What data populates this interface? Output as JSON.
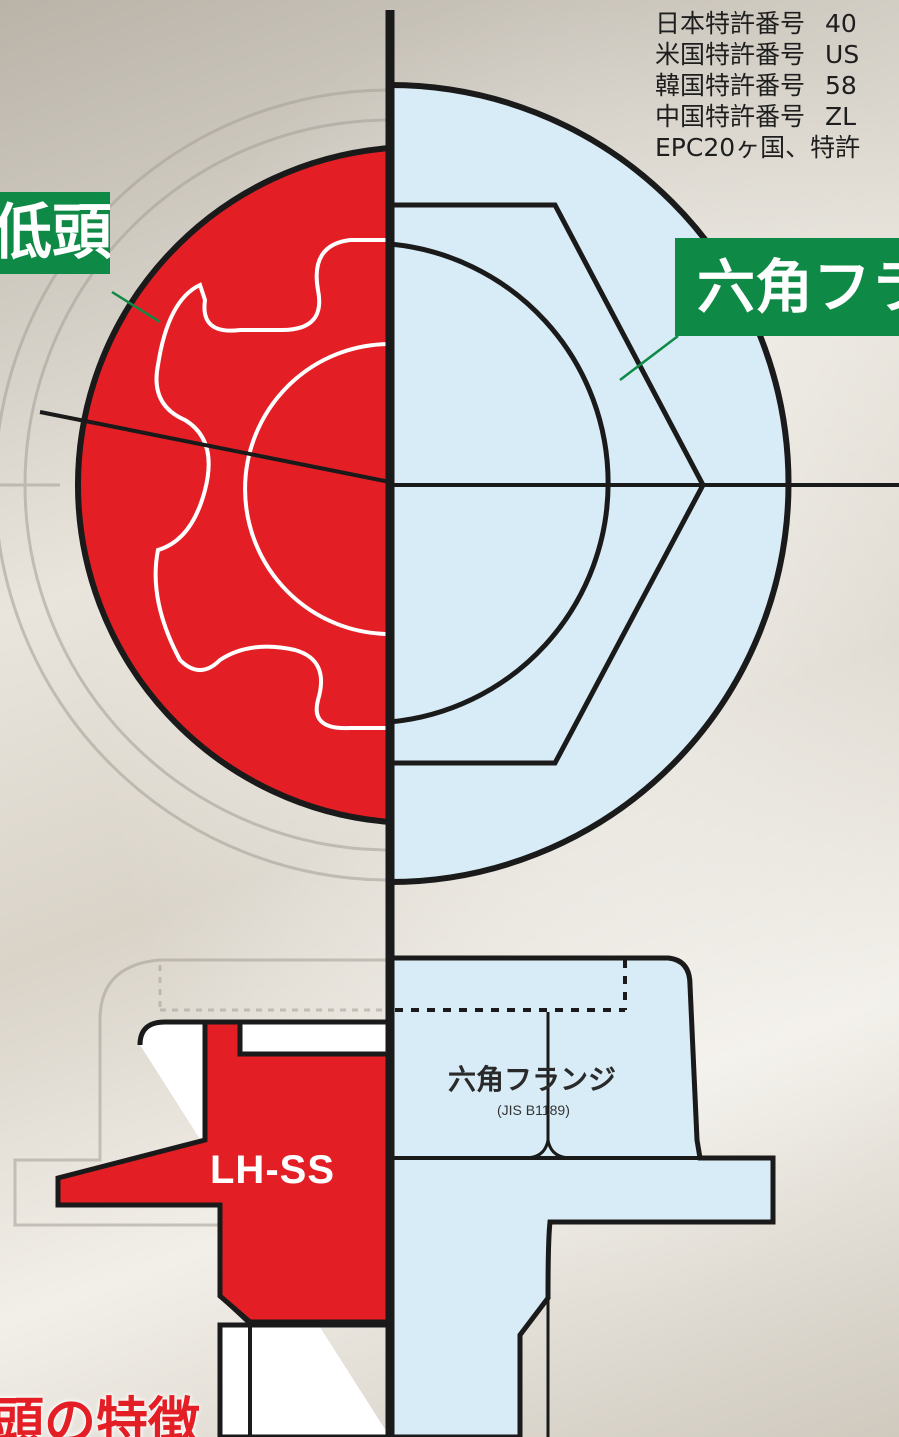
{
  "patents": [
    {
      "label": "日本特許番号",
      "value": "40"
    },
    {
      "label": "米国特許番号",
      "value": "US"
    },
    {
      "label": "韓国特許番号",
      "value": "58"
    },
    {
      "label": "中国特許番号",
      "value": "ZL"
    },
    {
      "label": "EPC20ヶ国、特許",
      "value": ""
    }
  ],
  "labels": {
    "left_head": "低頭",
    "right_head": "六角フラ",
    "lhss": "LH-SS",
    "hex_flange": "六角フランジ",
    "hex_flange_std": "(JIS B1189)",
    "bottom_title": "頭の特徴"
  },
  "colors": {
    "red": "#e41e25",
    "light_blue": "#d8ecf7",
    "green": "#0e8a46",
    "outline": "#1a1a1a"
  }
}
